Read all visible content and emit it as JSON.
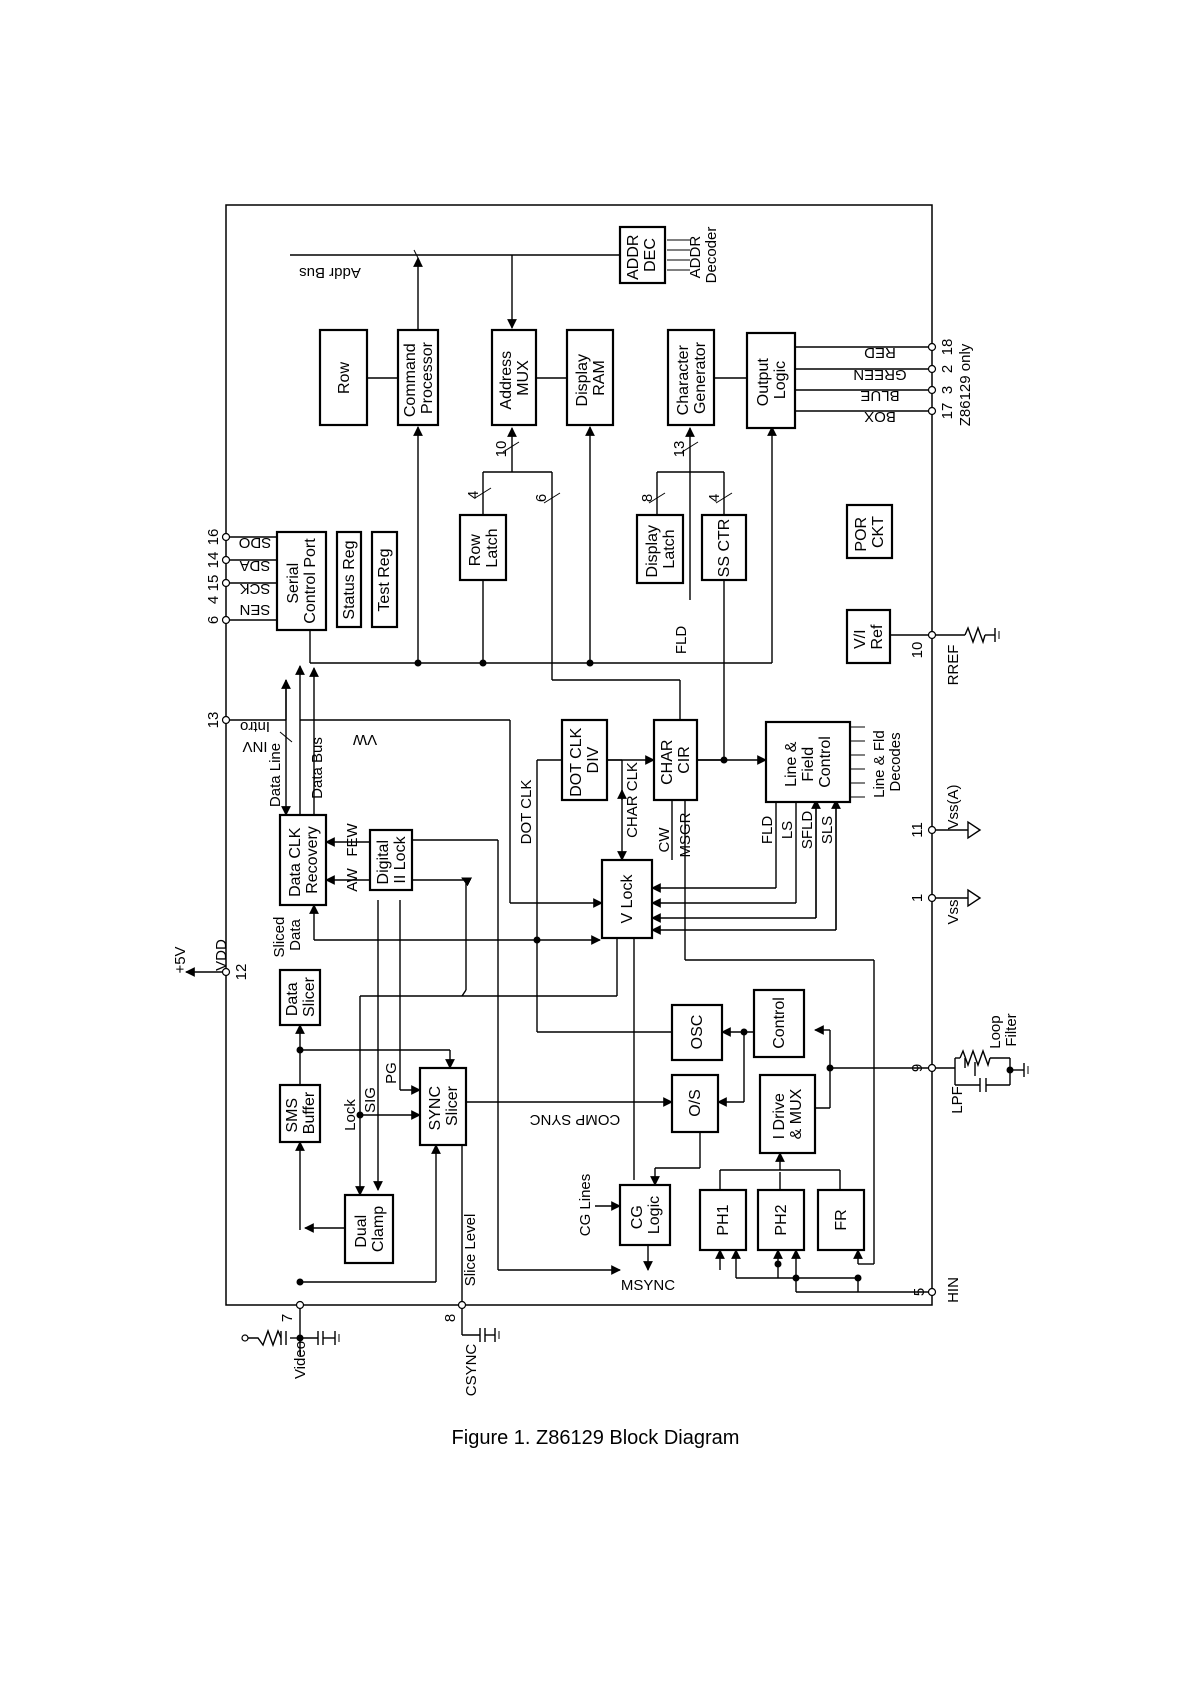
{
  "caption": "Figure 1.  Z86129 Block Diagram",
  "blocks": {
    "addr_dec": [
      "ADDR",
      "DEC"
    ],
    "row": [
      "Row"
    ],
    "command_processor": [
      "Command",
      "Processor"
    ],
    "address_mux": [
      "Address",
      "MUX"
    ],
    "display_ram": [
      "Display",
      "RAM"
    ],
    "character_generator": [
      "Character",
      "Generator"
    ],
    "output_logic": [
      "Output",
      "Logic"
    ],
    "serial_control_port": [
      "Serial",
      "Control Port"
    ],
    "status_reg": [
      "Status Reg"
    ],
    "test_reg": [
      "Test Reg"
    ],
    "row_latch": [
      "Row",
      "Latch"
    ],
    "display_latch": [
      "Display",
      "Latch"
    ],
    "ss_ctr": [
      "SS CTR"
    ],
    "por_ckt": [
      "POR",
      "CKT"
    ],
    "vi_ref": [
      "V/I",
      "Ref"
    ],
    "dot_clk_div": [
      "DOT CLK",
      "DIV"
    ],
    "char_cir": [
      "CHAR",
      "CIR"
    ],
    "line_field_control": [
      "Line &",
      "Field",
      "Control"
    ],
    "data_clk_recovery": [
      "Data CLK",
      "Recovery"
    ],
    "digital_ii_lock": [
      "Digital",
      "II Lock"
    ],
    "v_lock": [
      "V Lock"
    ],
    "data_slicer": [
      "Data",
      "Slicer"
    ],
    "osc": [
      "OSC"
    ],
    "control": [
      "Control"
    ],
    "sms_buffer": [
      "SMS",
      "Buffer"
    ],
    "sync_slicer": [
      "SYNC",
      "Slicer"
    ],
    "os": [
      "O/S"
    ],
    "i_drive_mux": [
      "I Drive",
      "& MUX"
    ],
    "dual_clamp": [
      "Dual",
      "Clamp"
    ],
    "cg_logic": [
      "CG",
      "Logic"
    ],
    "ph1": [
      "PH1"
    ],
    "ph2": [
      "PH2"
    ],
    "fr": [
      "FR"
    ]
  },
  "labels": {
    "addr_bus": "Addr Bus",
    "addr_decoder": [
      "ADDR",
      "Decoder"
    ],
    "red": "RED",
    "green": "GREEN",
    "blue": "BLUE",
    "box": "BOX",
    "z86129_only": "Z86129 only",
    "sdo": "SDO",
    "sda": "SDA",
    "sck": "SCK",
    "sen": "SEN",
    "intro": "Intro",
    "inv": "INV",
    "vw": "VW",
    "data_line": "Data Line",
    "data_bus": "Data Bus",
    "dot_clk": "DOT CLK",
    "char_clk": "CHAR CLK",
    "cw": "CW",
    "msgr": "MSGR",
    "fld_upper": "FLD",
    "fld": "FLD",
    "ls": "LS",
    "sfld": "SFLD",
    "sls": "SLS",
    "line_fld_decodes": [
      "Line & Fld",
      "Decodes"
    ],
    "few": "FEW",
    "aw": "AW",
    "sliced_data": [
      "Sliced",
      "Data"
    ],
    "vdd": "VDD",
    "plus5v": "+5V",
    "rref": "RREF",
    "vss_a": "Vss(A)",
    "vss": "Vss",
    "lpf": "LPF",
    "loop_filter": [
      "Loop",
      "Filter"
    ],
    "hin": "HIN",
    "lock": "Lock",
    "sig": "SIG",
    "pg": "PG",
    "comp_sync": "COMP SYNC",
    "cg_lines": "CG Lines",
    "msync": "MSYNC",
    "slice_level": "Slice Level",
    "video": "Video",
    "csync": "CSYNC",
    "bus_10": "10",
    "bus_4_row": "4",
    "bus_6": "6",
    "bus_13": "13",
    "bus_8": "8",
    "bus_4_ss": "4"
  },
  "pins": {
    "p18": "18",
    "p2": "2",
    "p3": "3",
    "p17": "17",
    "p16": "16",
    "p14": "14",
    "p15": "15",
    "p4": "4",
    "p6": "6",
    "p13": "13",
    "p12": "12",
    "p10": "10",
    "p11": "11",
    "p1": "1",
    "p9": "9",
    "p5": "5",
    "p7": "7",
    "p8": "8"
  }
}
